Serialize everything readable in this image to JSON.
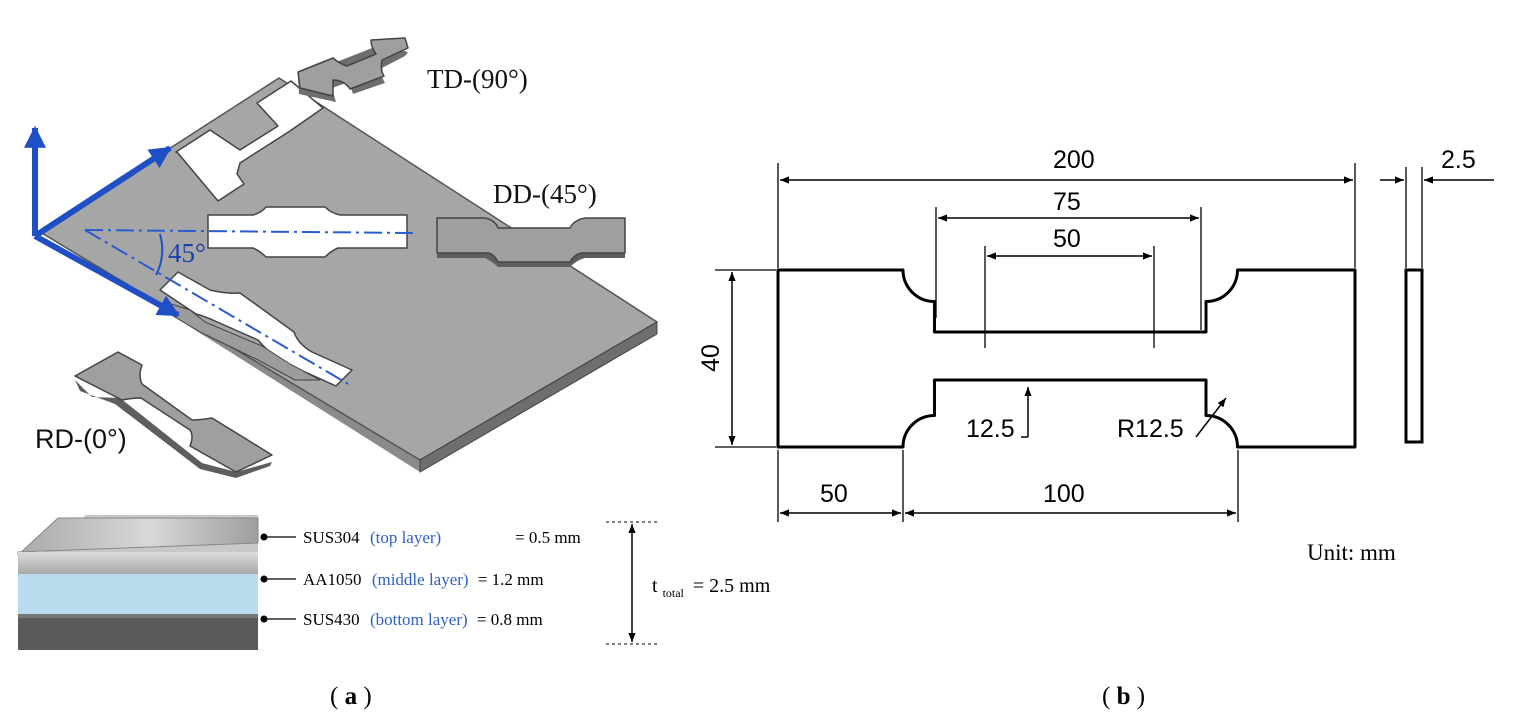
{
  "panel_a": {
    "panel_label": {
      "open": "(",
      "letter": "a",
      "close": ")"
    },
    "directions": {
      "td": "TD-(90°)",
      "dd": "DD-(45°)",
      "rd": "RD-(0°)",
      "angle": "45°"
    },
    "layers": [
      {
        "material": "SUS304",
        "position": "(top layer)",
        "thickness": "= 0.5 mm"
      },
      {
        "material": "AA1050",
        "position": "(middle layer)",
        "thickness": "= 1.2 mm"
      },
      {
        "material": "SUS430",
        "position": "(bottom layer)",
        "thickness": "= 0.8 mm"
      }
    ],
    "total": {
      "symbol": "t",
      "subscript": "total",
      "value": "= 2.5 mm"
    },
    "colors": {
      "sheet": "#a6a6a6",
      "arrows": "#1f4fc4",
      "axis_line": "#2a5bd0",
      "middle_layer": "#b9dcef",
      "top_layer": "#c9c9c9",
      "bottom_layer": "#5a5a5a"
    }
  },
  "panel_b": {
    "panel_label": {
      "open": "(",
      "letter": "b",
      "close": ")"
    },
    "dimensions": {
      "overall_length": "200",
      "thickness": "2.5",
      "reduced_section": "75",
      "gauge_length": "50",
      "width": "40",
      "fillet_radius_label": "12.5",
      "fillet_radius_r_label": "R12.5",
      "grip_length": "50",
      "distance_between_grips": "100"
    },
    "unit": "Unit: mm"
  }
}
